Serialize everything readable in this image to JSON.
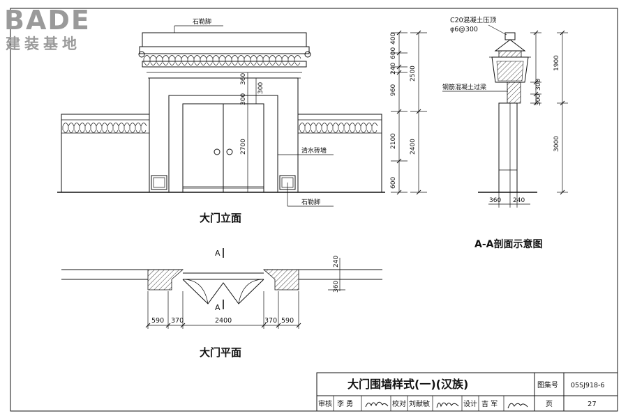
{
  "logo": {
    "brand": "BADE",
    "subtitle": "建装基地"
  },
  "labels": {
    "plinth_top": "石勒脚",
    "plinth_bottom": "石勒脚",
    "brick_wall": "清水砖墙",
    "cap_note_1": "C20混凝土压顶",
    "cap_note_2": "φ6@300",
    "lintel_note": "钢筋混凝土过梁",
    "section_mark": "A"
  },
  "captions": {
    "elevation": "大门立面",
    "section": "A-A剖面示意图",
    "plan": "大门平面"
  },
  "dims": {
    "elev_door_h": "2700",
    "elev_360": "360",
    "elev_300a": "300",
    "elev_300b": "300",
    "elev_right": [
      "400",
      "600",
      "240",
      "960",
      "2100",
      "600"
    ],
    "elev_right2": [
      "2500",
      "2400"
    ],
    "sec_right": [
      "1900",
      "300",
      "300",
      "3000"
    ],
    "sec_bottom": [
      "360",
      "240"
    ],
    "plan_bottom": [
      "590",
      "370",
      "2400",
      "370",
      "590"
    ],
    "plan_right": [
      "240",
      "360"
    ]
  },
  "title_block": {
    "title": "大门围墙样式(一)(汉族)",
    "atlas_label": "图集号",
    "atlas_no": "05SJ918-6",
    "review_label": "审核",
    "review_name": "李 勇",
    "check_label": "校对",
    "check_name": "刘献敏",
    "design_label": "设计",
    "design_name": "吉 军",
    "page_label": "页",
    "page_no": "27"
  },
  "colors": {
    "line": "#111111",
    "logo": "#9a9a9a",
    "paper": "#ffffff"
  }
}
